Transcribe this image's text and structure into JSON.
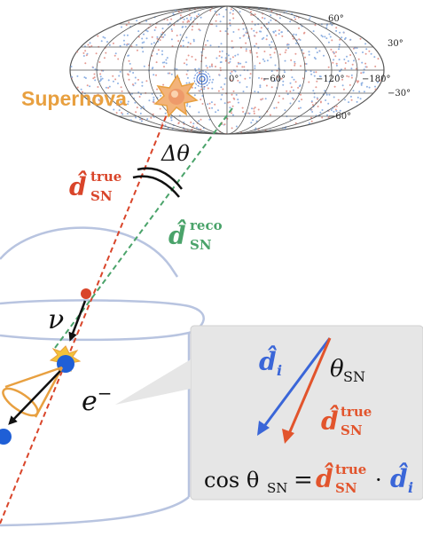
{
  "skymap": {
    "lat_labels": [
      "60°",
      "30°",
      "−30°",
      "−60°"
    ],
    "lon_labels": [
      "0°",
      "−60°",
      "−120°",
      "−180°"
    ]
  },
  "supernova_label": "Supernova",
  "delta_theta": "Δθ",
  "d_true_label": {
    "base": "d̂",
    "sup": "true",
    "sub": "SN"
  },
  "d_reco_label": {
    "base": "d̂",
    "sup": "reco",
    "sub": "SN"
  },
  "neutrino_label": "ν",
  "electron_label": "e",
  "electron_charge": "−",
  "inset": {
    "d_i": {
      "base": "d̂",
      "sub": "i"
    },
    "theta_sn": {
      "base": "θ",
      "sub": "SN"
    },
    "d_true": {
      "base": "d̂",
      "sup": "true",
      "sub": "SN"
    },
    "equation": {
      "lhs_cos": "cos θ",
      "lhs_sub": "SN",
      "equals": "=",
      "dot": "·"
    }
  },
  "colors": {
    "true_red": "#d9452a",
    "reco_green": "#4aa36a",
    "supernova_orange": "#e8a040",
    "electron_blue": "#1f5fd6",
    "detector_outline": "#b8c4e0"
  }
}
